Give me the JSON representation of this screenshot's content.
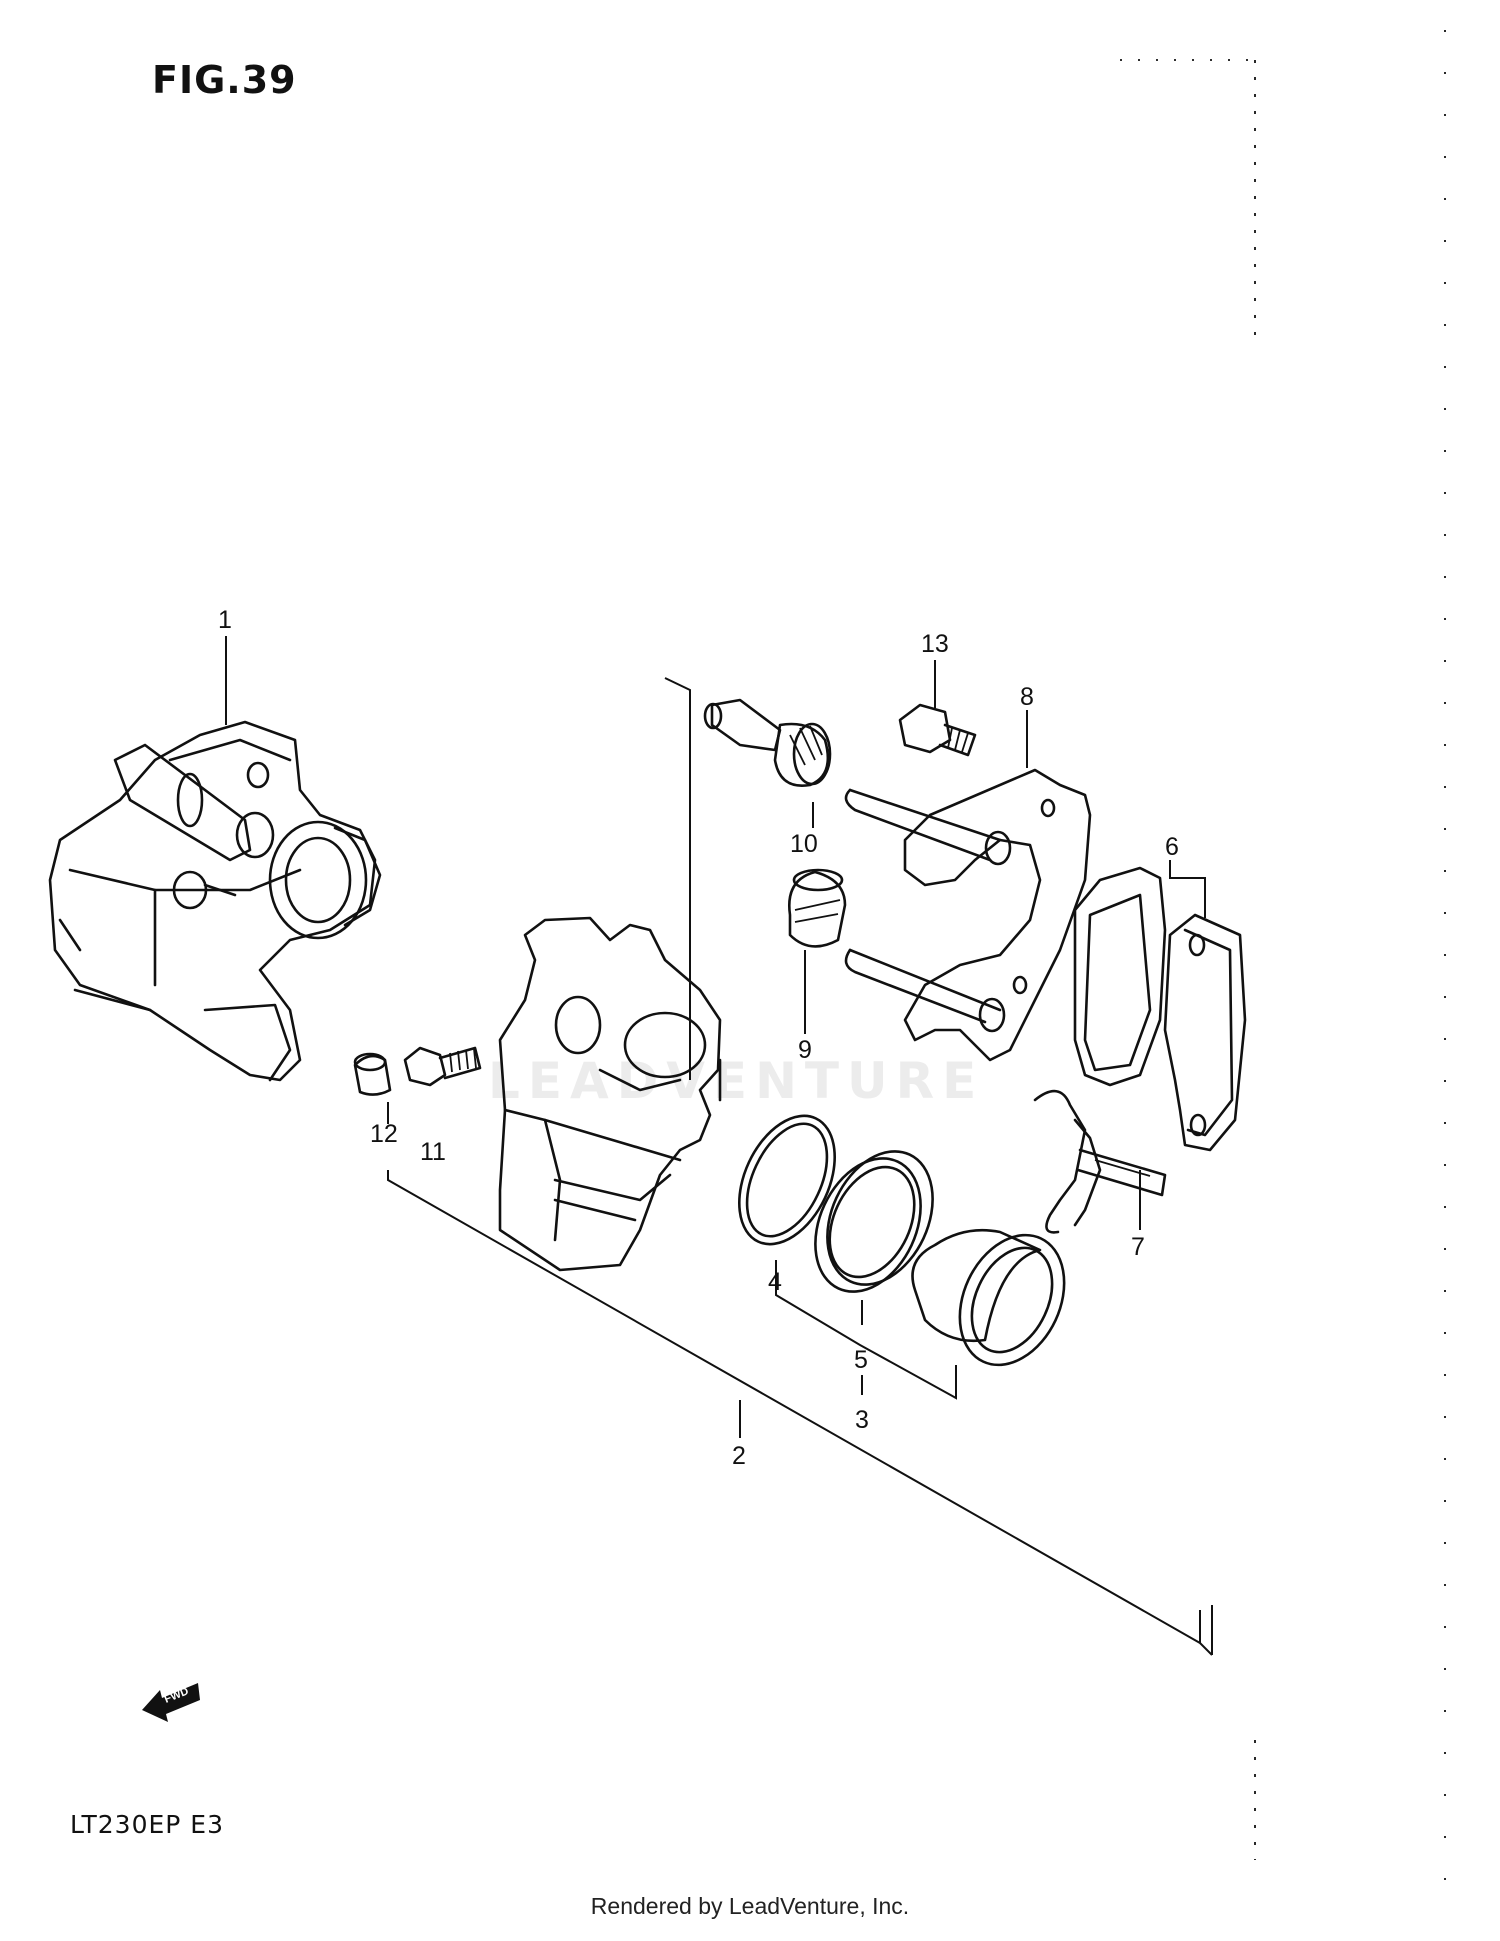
{
  "figure": {
    "title": "FIG.39",
    "model_code": "LT230EP  E3",
    "footer": "Rendered by LeadVenture, Inc.",
    "watermark": "LEADVENTURE",
    "fwd_label": "FWD"
  },
  "callouts": {
    "c1": "1",
    "c2": "2",
    "c3": "3",
    "c4": "4",
    "c5": "5",
    "c6": "6",
    "c7": "7",
    "c8": "8",
    "c9": "9",
    "c10": "10",
    "c11": "11",
    "c12": "12",
    "c13": "13"
  }
}
